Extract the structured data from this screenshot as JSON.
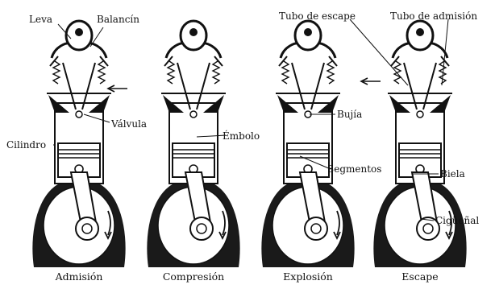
{
  "labels": {
    "leva": "Leva",
    "balancin": "Balancín",
    "valvula": "Válvula",
    "cilindro": "Cilindro",
    "embolo": "Émbolo",
    "tubo_escape": "Tubo de escape",
    "tubo_admision": "Tubo de admisión",
    "bujia": "Bujía",
    "segmentos": "Segmentos",
    "biela": "Biela",
    "ciguenal": "Cigüeñal"
  },
  "captions": [
    "Admisión",
    "Compresión",
    "Explosión",
    "Escape"
  ],
  "colors": {
    "ink": "#111111",
    "fill": "#1a1a1a",
    "paper": "#ffffff"
  }
}
